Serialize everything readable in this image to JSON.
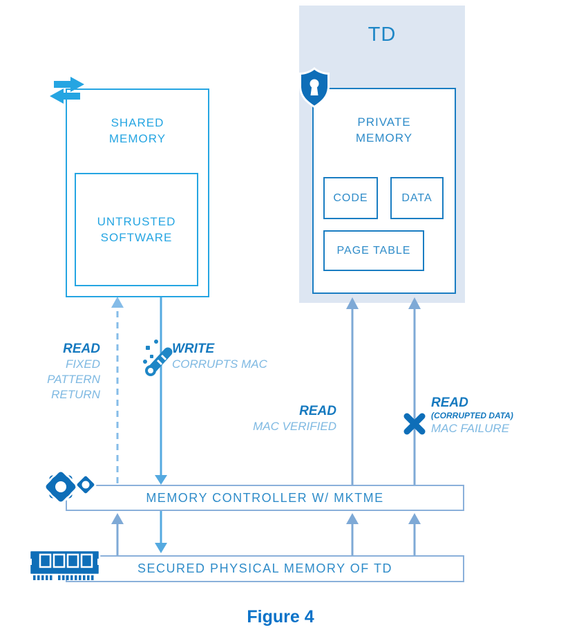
{
  "figure": {
    "caption": "Figure 4"
  },
  "td": {
    "label": "TD"
  },
  "private_memory": {
    "label": "PRIVATE MEMORY",
    "code": "CODE",
    "data": "DATA",
    "page_table": "PAGE TABLE",
    "icon": "shield-lock-icon"
  },
  "shared_memory": {
    "label": "SHARED MEMORY",
    "untrusted": "UNTRUSTED SOFTWARE",
    "icon": "transfer-arrows-icon"
  },
  "flows": {
    "read_fixed": {
      "title": "READ",
      "line1": "FIXED",
      "line2": "PATTERN",
      "line3": "RETURN",
      "style": "dashed-up-arrow"
    },
    "write": {
      "title": "WRITE",
      "subtitle": "CORRUPTS MAC",
      "icon": "corruption-icon",
      "style": "solid-down-arrow"
    },
    "read_verified": {
      "title": "READ",
      "subtitle": "MAC VERIFIED",
      "style": "solid-up-arrow"
    },
    "read_failure": {
      "title": "READ",
      "subtitle1": "(CORRUPTED DATA)",
      "subtitle2": "MAC FAILURE",
      "icon": "x-mark-icon",
      "style": "solid-up-arrow-blocked"
    }
  },
  "memory_controller": {
    "label": "MEMORY CONTROLLER W/ MKTME",
    "icon": "gears-icon"
  },
  "secured_memory": {
    "label": "SECURED PHYSICAL MEMORY OF TD",
    "icon": "ram-icon"
  },
  "colors": {
    "td_fill": "#dde6f2",
    "blue_dark": "#0e6eb8",
    "blue_mid": "#1e86c6",
    "blue_border": "#1a7dc2",
    "blue_text": "#2f8cc9",
    "cyan": "#25a5e2",
    "label_bold": "#1579bf",
    "label_light": "#7fb9e2",
    "arrow_muted": "#7ea9d6",
    "arrow_light": "#85bce8",
    "write_blue": "#54a9e0",
    "bar_border": "#8ab0da",
    "caption": "#0a72c8"
  }
}
